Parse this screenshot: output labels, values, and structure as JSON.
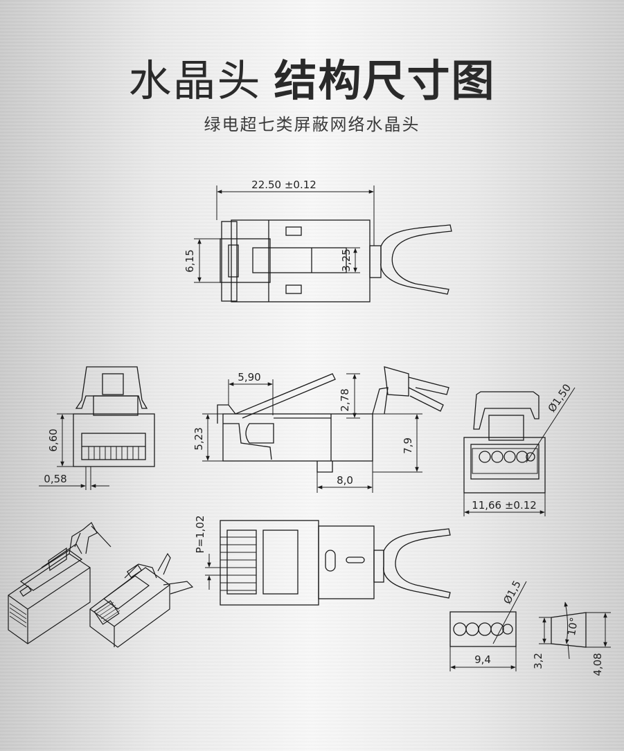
{
  "header": {
    "title_light": "水晶头",
    "title_bold": "结构尺寸图",
    "subtitle": "绿电超七类屏蔽网络水晶头"
  },
  "dimensions": {
    "total_length": "22.50 ±0.12",
    "top_height": "6,15",
    "top_inner": "3,25",
    "latch_length": "5,90",
    "latch_gap": "2,78",
    "body_height": "5,23",
    "side_height": "7,9",
    "tail_length": "8,0",
    "front_height": "6,60",
    "contact_offset": "0,58",
    "wire_diameter": "Ø1,50",
    "front_width": "11,66 ±0.12",
    "pitch": "P=1,02",
    "insert_diameter": "Ø1,5",
    "insert_width": "9,4",
    "insert_height": "3,2",
    "wedge_height": "4,08",
    "wedge_angle": "10°"
  },
  "colors": {
    "line": "#1a1a1a",
    "text": "#222222"
  }
}
